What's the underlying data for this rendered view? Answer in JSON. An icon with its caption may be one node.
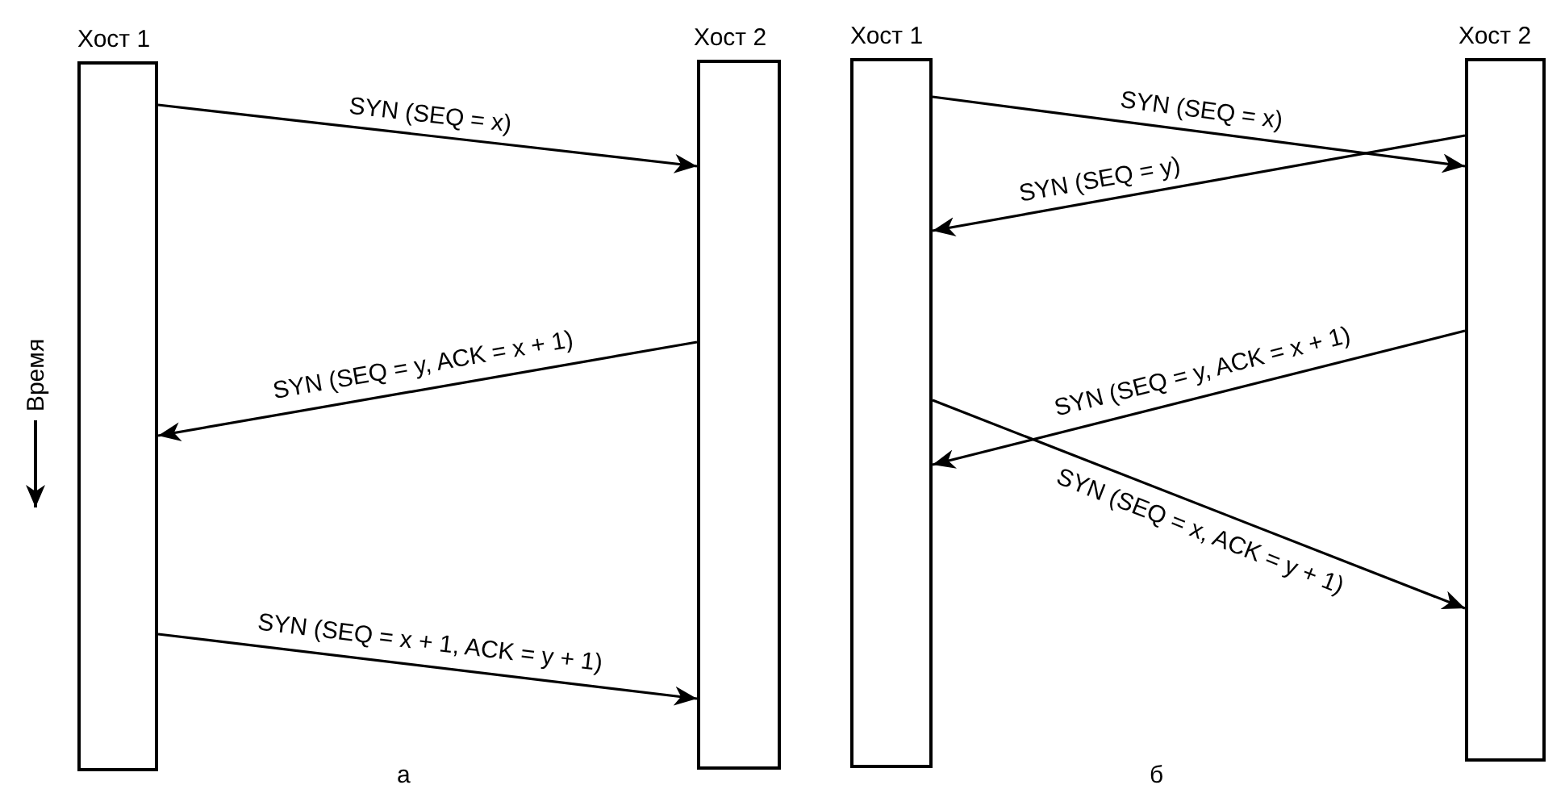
{
  "diagram": {
    "nodes": [
      {
        "text": [
          "Хост 1"
        ]
      },
      {
        "text": [
          "Хост 2"
        ]
      },
      {
        "text": [
          "Хост 1"
        ]
      },
      {
        "text": [
          "Хост 2"
        ]
      }
    ],
    "edges": [
      {
        "from": 0,
        "to": 1,
        "arrow": "to",
        "label": "SYN (SEQ = x)"
      },
      {
        "from": 1,
        "to": 0,
        "arrow": "to",
        "label": "SYN (SEQ = y, ACK = x + 1)"
      },
      {
        "from": 0,
        "to": 1,
        "arrow": "to",
        "label": "SYN (SEQ = x + 1, ACK = y + 1)"
      },
      {
        "from": 2,
        "to": 3,
        "arrow": "to",
        "label": "SYN (SEQ = x)"
      },
      {
        "from": 3,
        "to": 2,
        "arrow": "to",
        "label": "SYN (SEQ = y)"
      },
      {
        "from": 3,
        "to": 2,
        "arrow": "to",
        "label": "SYN (SEQ = y, ACK = x + 1)"
      },
      {
        "from": 2,
        "to": 3,
        "arrow": "to",
        "label": "SYN (SEQ = x, ACK = y + 1)"
      }
    ],
    "labels": [
      "Время",
      "а",
      "б"
    ]
  }
}
